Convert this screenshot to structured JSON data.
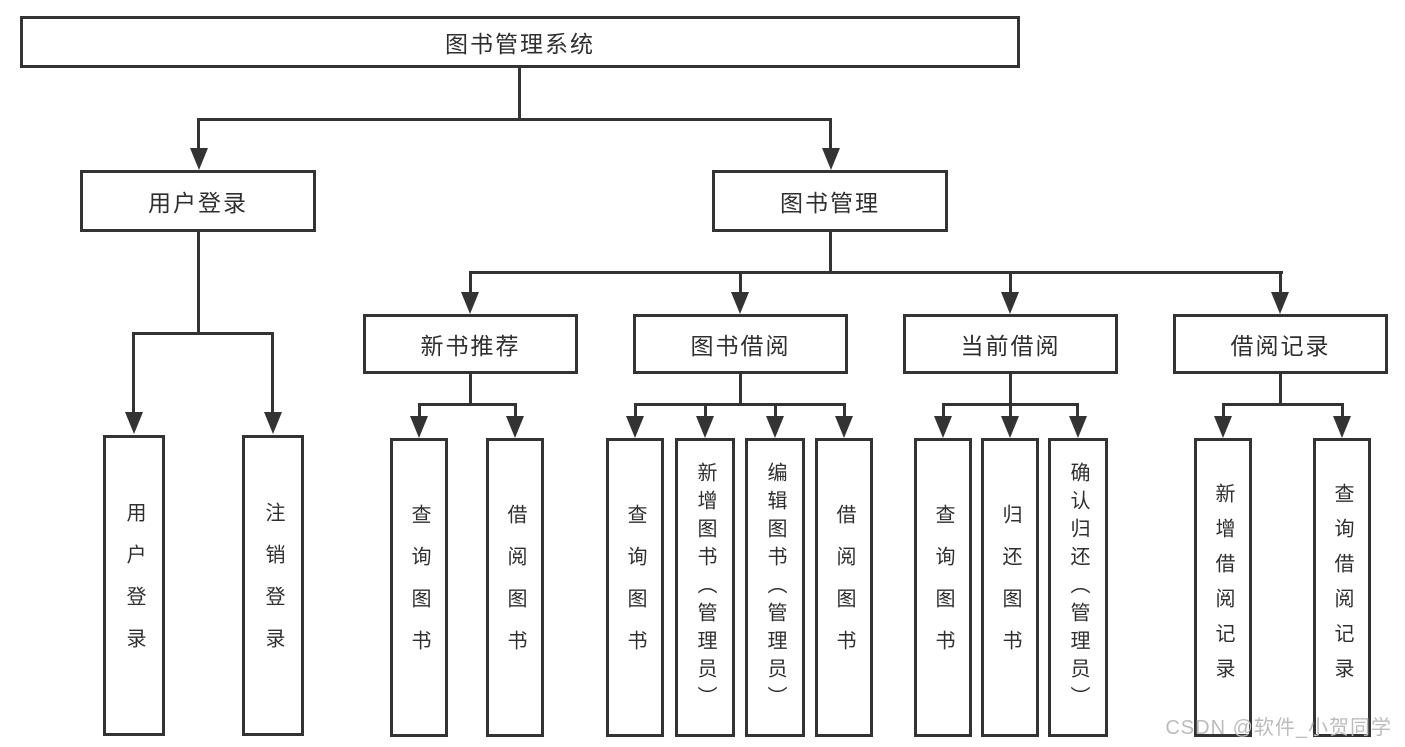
{
  "diagram": {
    "root": {
      "label": "图书管理系统"
    },
    "branches": [
      {
        "label": "用户登录",
        "children": [
          {
            "label": "用户登录"
          },
          {
            "label": "注销登录"
          }
        ]
      },
      {
        "label": "图书管理",
        "children": [
          {
            "label": "新书推荐",
            "children": [
              {
                "label": "查询图书"
              },
              {
                "label": "借阅图书"
              }
            ]
          },
          {
            "label": "图书借阅",
            "children": [
              {
                "label": "查询图书"
              },
              {
                "label": "新增图书（管理员）"
              },
              {
                "label": "编辑图书（管理员）"
              },
              {
                "label": "借阅图书"
              }
            ]
          },
          {
            "label": "当前借阅",
            "children": [
              {
                "label": "查询图书"
              },
              {
                "label": "归还图书"
              },
              {
                "label": "确认归还（管理员）"
              }
            ]
          },
          {
            "label": "借阅记录",
            "children": [
              {
                "label": "新增借阅记录"
              },
              {
                "label": "查询借阅记录"
              }
            ]
          }
        ]
      }
    ]
  },
  "watermark": {
    "text": "CSDN @软件_小贺同学"
  },
  "colors": {
    "stroke": "#333333",
    "text": "#2f2f2f",
    "watermark": "#bcbcbc",
    "background": "#ffffff"
  }
}
